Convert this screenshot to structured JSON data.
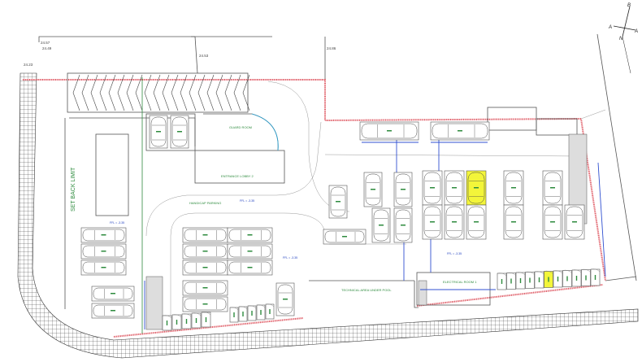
{
  "labels": {
    "setback": "SET BACK LIMIT",
    "guard_room": "GUARD ROOM",
    "entrance_lobby": "ENTRANCE LOBBY 2",
    "handicap": "HANDICAP PARKING",
    "electrical": "ELECTRICAL ROOM 1",
    "technical": "TECHNICAL AREA UNDER POOL"
  },
  "levels": {
    "l1": "24.57",
    "l2": "24.49",
    "l3": "24.23",
    "l4": "24.53",
    "l5": "24.86"
  },
  "ffl": {
    "a": "FFL = -3.35",
    "b": "FFL = -3.35",
    "c": "FFL = -3.35",
    "d": "FFL = -3.35"
  },
  "compass": {
    "b": "B",
    "a_left": "A",
    "a_right": "A",
    "n": "N"
  },
  "colors": {
    "boundary": "#e0606a",
    "dimension": "#3050d0",
    "label": "#2e8b3e",
    "highlight": "#f3f53a"
  }
}
